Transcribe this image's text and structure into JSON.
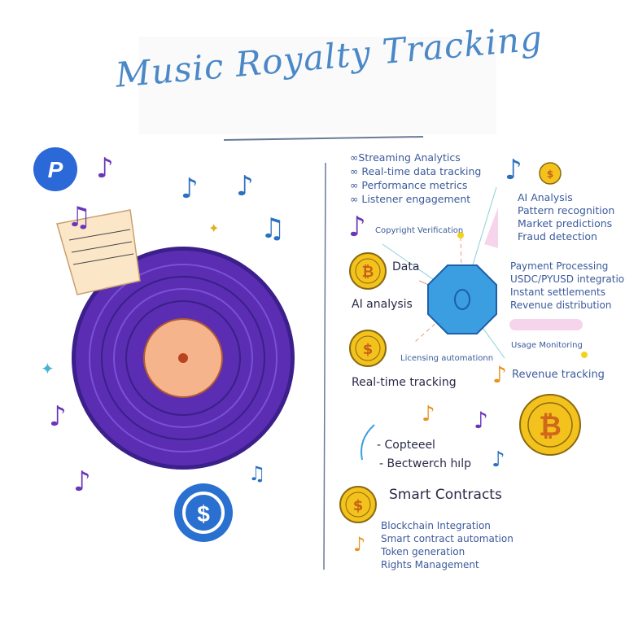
{
  "title": "Music Royalty Tracking",
  "streaming": [
    "∞Streaming Analytics",
    "∞ Real-time data tracking",
    "∞ Performance metrics",
    "∞ Listener engagement"
  ],
  "ai_list": [
    "AI Analysis",
    "Pattern recognition",
    "Market predictions",
    "Fraud detection"
  ],
  "payment_list": [
    "Payment Processing",
    "USDC/PYUSD integration",
    "Instant settlements",
    "Revenue distribution"
  ],
  "labels": {
    "copyright": "Copyright Verification",
    "data": "Data",
    "ai_analysis": "AI analysis",
    "usage": "Usage Monitoring",
    "licensing": "Licensing automationn",
    "realtime": "Real-time tracking",
    "revenue": "Revenue tracking",
    "copteeel": "- Copteeel",
    "bectwerch": "- Bectwerch hılp",
    "smart_contracts": "Smart Contracts"
  },
  "blockchain_list": [
    "Blockchain Integration",
    "Smart contract automation",
    "Token generation",
    "Rights Management"
  ],
  "icons": {
    "bitcoin": "₿",
    "dollar": "$",
    "paypal": "P"
  },
  "colors": {
    "title": "#4a88c7",
    "vinyl": "#5a2db3",
    "label": "#f6b48c",
    "hub": "#3a9ee0",
    "coin": "#f3c21c",
    "paypal": "#2b68d8",
    "usdc": "#2a70d0"
  }
}
